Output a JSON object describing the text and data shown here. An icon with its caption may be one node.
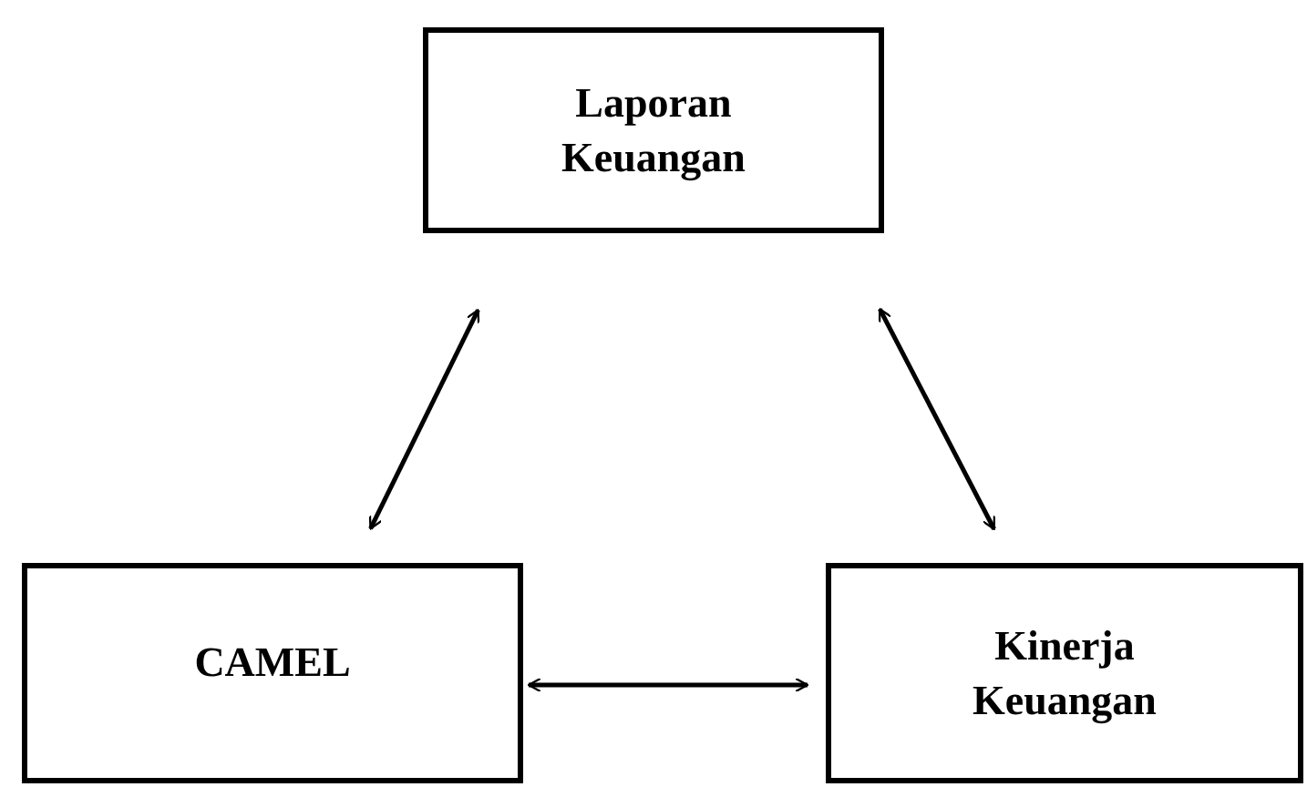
{
  "diagram": {
    "nodes": [
      {
        "text": [
          "Laporan Keuangan"
        ]
      },
      {
        "text": [
          "CAMEL"
        ]
      },
      {
        "text": [
          "Kinerja Keuangan"
        ]
      }
    ],
    "edges": [
      {
        "from": 0,
        "to": 1,
        "arrow": "both"
      },
      {
        "from": 0,
        "to": 2,
        "arrow": "both"
      },
      {
        "from": 1,
        "to": 2,
        "arrow": "both"
      }
    ]
  }
}
